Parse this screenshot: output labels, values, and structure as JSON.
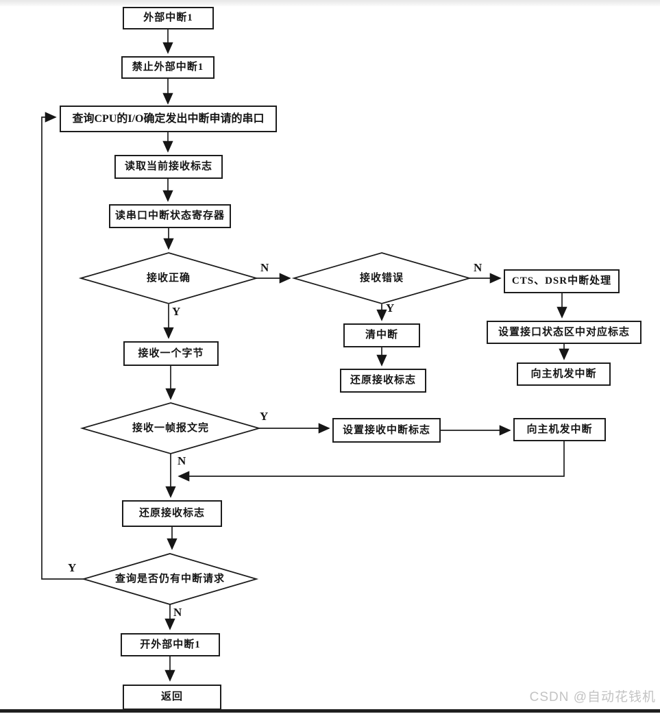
{
  "watermark": "CSDN @自动花钱机",
  "branch": {
    "yes": "Y",
    "no": "N"
  },
  "nodes": {
    "start": "外部中断1",
    "disable_int": "禁止外部中断1",
    "query_io": "查询CPU的I/O确定发出中断申请的串口",
    "read_recv_flag": "读取当前接收标志",
    "read_int_status": "读串口中断状态寄存器",
    "recv_ok": "接收正确",
    "recv_byte": "接收一个字节",
    "frame_done": "接收一帧报文完",
    "restore_recv_flag": "还原接收标志",
    "query_pending": "查询是否仍有中断请求",
    "enable_int": "开外部中断1",
    "return": "返回",
    "recv_err": "接收错误",
    "clear_int": "清中断",
    "restore_recv_flag_err": "还原接收标志",
    "cts_dsr": "CTS、DSR中断处理",
    "set_port_flag": "设置接口状态区中对应标志",
    "send_host_int_err": "向主机发中断",
    "set_recv_int_flag": "设置接收中断标志",
    "send_host_int_frame": "向主机发中断"
  }
}
